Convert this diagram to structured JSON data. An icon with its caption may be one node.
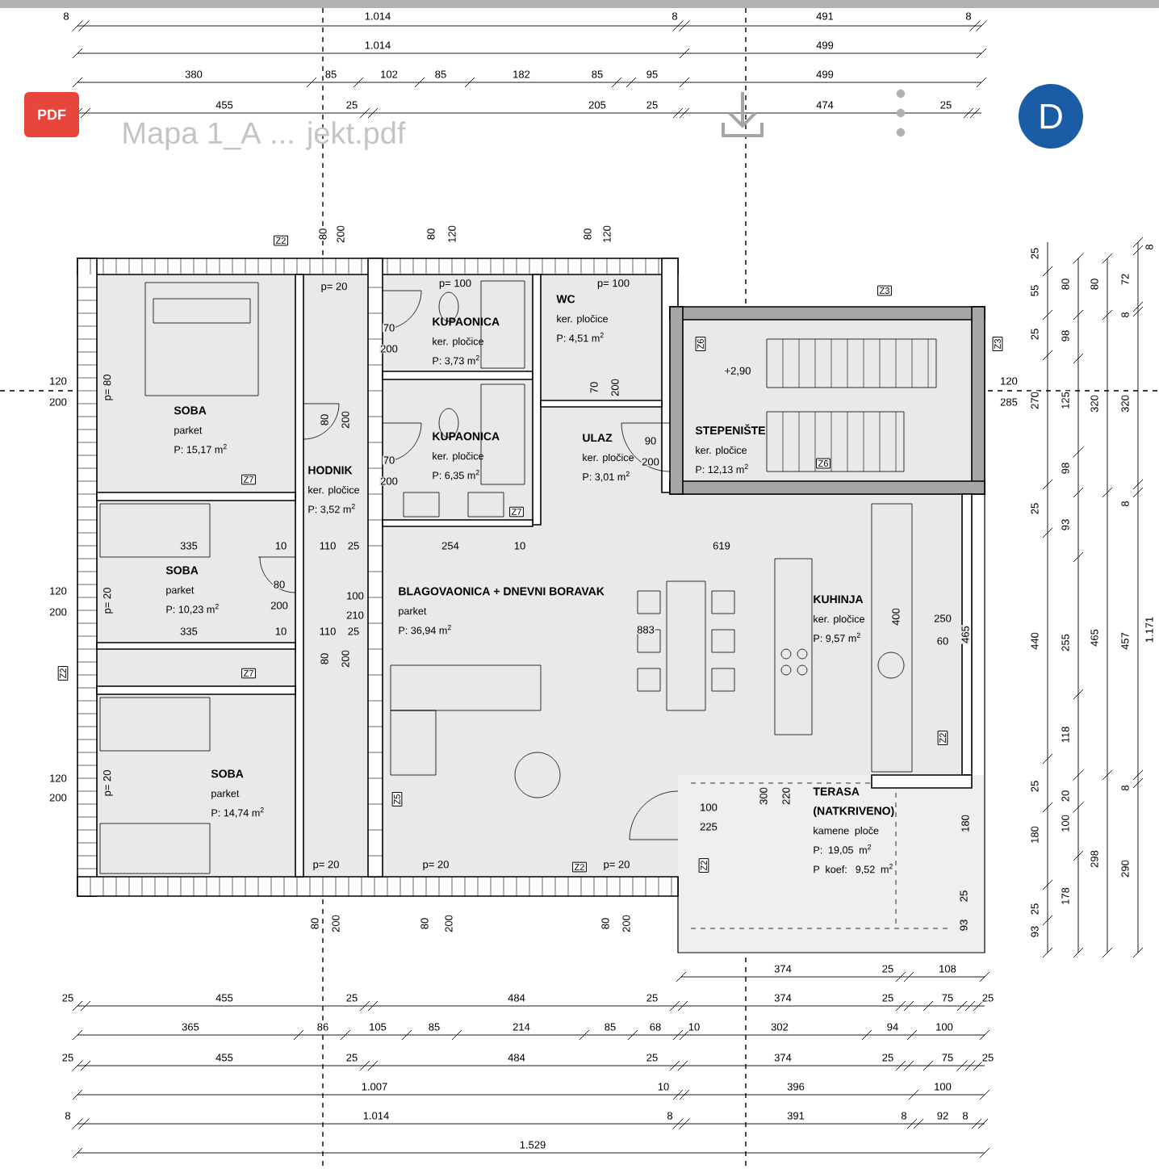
{
  "diagram": {
    "nodes": [
      {
        "text": [
          "SOBA",
          "parket",
          "P: 15,17 m$^{2}$"
        ]
      },
      {
        "text": [
          "KUPAONICA",
          "ker. pločice",
          "P: 3,73 m$^{2}$"
        ]
      },
      {
        "text": [
          "WC",
          "ker. pločice",
          "P: 4,51 m$^{2}$"
        ]
      },
      {
        "text": [
          "KUPAONICA",
          "ker. pločice",
          "P: 6,35 m$^{2}$"
        ]
      },
      {
        "text": [
          "HODNIK",
          "ker. pločice",
          "P: 3,52 m$^{2}$"
        ]
      },
      {
        "text": [
          "ULAZ",
          "ker. pločice",
          "P: 3,01 m$^{2}$"
        ]
      },
      {
        "text": [
          "STEPENIŠTE",
          "ker. pločice",
          "P: 12,13 m$^{2}$"
        ]
      },
      {
        "text": [
          "SOBA",
          "parket",
          "P: 10,23 m$^{2}$"
        ]
      },
      {
        "text": [
          "BLAGOVAONICA + DNEVNI BORAVAK",
          "parket",
          "P: 36,94 m$^{2}$"
        ]
      },
      {
        "text": [
          "KUHINJA",
          "ker. pločice",
          "P: 9,57 m$^{2}$"
        ]
      },
      {
        "text": [
          "SOBA",
          "parket",
          "P: 14,74 m$^{2}$"
        ]
      },
      {
        "text": [
          "TERASA (NATKRIVENO)",
          "kamene ploče",
          "P: 19,05 m$^{2}$",
          "P koef: 9,52 m$^{2}$"
        ]
      }
    ],
    "labels": [
      "PDF",
      "Mapa 1_A ... jekt.pdf",
      "D",
      "8",
      "1.014",
      "8",
      "491",
      "8",
      "1.014",
      "499",
      "380",
      "85",
      "102",
      "85",
      "182",
      "85",
      "95",
      "499",
      "455",
      "25",
      "205",
      "25",
      "474",
      "25",
      "Z2",
      "80",
      "200",
      "80",
      "120",
      "80",
      "120",
      "p= 20",
      "p= 100",
      "p= 100",
      "Z3",
      "70",
      "200",
      "Z6",
      "Z3",
      "+2,90",
      "120",
      "285",
      "120",
      "200",
      "p= 80",
      "80",
      "200",
      "70",
      "200",
      "90",
      "70",
      "200",
      "Z6",
      "Z7",
      "200",
      "Z7",
      "335",
      "10",
      "110",
      "25",
      "254",
      "10",
      "619",
      "120",
      "80",
      "100",
      "200",
      "p= 20",
      "200",
      "210",
      "335",
      "10",
      "110",
      "25",
      "883",
      "400",
      "250",
      "60",
      "465",
      "Z2",
      "Z7",
      "80",
      "200",
      "Z2",
      "120",
      "200",
      "p= 20",
      "Z5",
      "100",
      "225",
      "300",
      "220",
      "180",
      "Z2",
      "Z2",
      "p= 20",
      "p= 20",
      "p= 20",
      "80",
      "200",
      "80",
      "200",
      "80",
      "200",
      "25",
      "93",
      "25",
      "55",
      "25",
      "270",
      "25",
      "440",
      "25",
      "180",
      "25",
      "93",
      "80",
      "98",
      "125",
      "98",
      "93",
      "255",
      "118",
      "20",
      "100",
      "178",
      "80",
      "320",
      "465",
      "298",
      "72",
      "8",
      "320",
      "8",
      "457",
      "8",
      "290",
      "8",
      "1.171",
      "374",
      "25",
      "108",
      "25",
      "455",
      "25",
      "484",
      "25",
      "374",
      "25",
      "75",
      "25",
      "365",
      "86",
      "105",
      "85",
      "214",
      "85",
      "68",
      "10",
      "302",
      "94",
      "100",
      "25",
      "455",
      "25",
      "484",
      "25",
      "374",
      "25",
      "75",
      "25",
      "1.007",
      "10",
      "396",
      "100",
      "8",
      "1.014",
      "8",
      "391",
      "8",
      "92",
      "8",
      "1.529"
    ]
  }
}
